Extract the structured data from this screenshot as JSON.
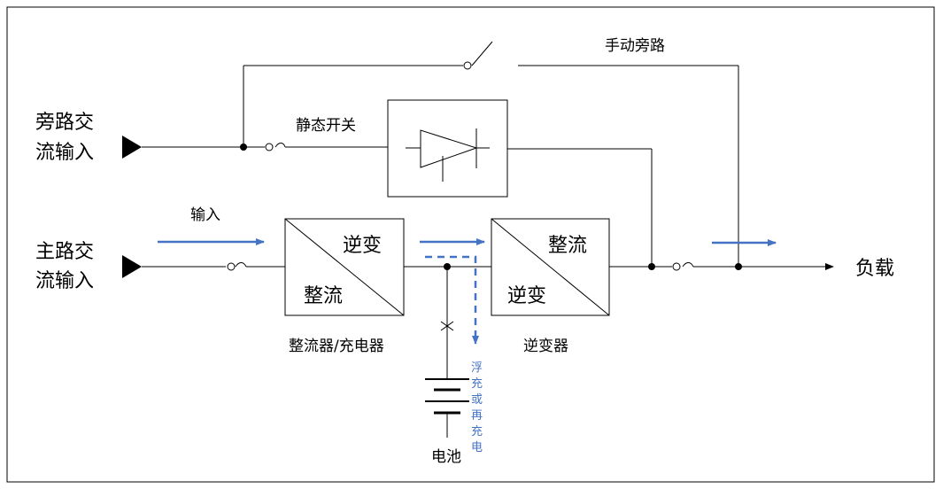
{
  "labels": {
    "bypass_input_line1": "旁路交",
    "bypass_input_line2": "流输入",
    "main_input_line1": "主路交",
    "main_input_line2": "流输入",
    "manual_bypass": "手动旁路",
    "static_switch": "静态开关",
    "input_flow": "输入",
    "rectifier_top": "逆变",
    "rectifier_bottom": "整流",
    "rectifier_caption": "整流器/充电器",
    "inverter_top": "整流",
    "inverter_bottom": "逆变",
    "inverter_caption": "逆变器",
    "battery": "电池",
    "float_charge": [
      "浮",
      "充",
      "或",
      "再",
      "充",
      "电"
    ],
    "load": "负载"
  },
  "colors": {
    "line": "#000000",
    "flow_arrow": "#4472c4",
    "float_text": "#4472c4"
  }
}
